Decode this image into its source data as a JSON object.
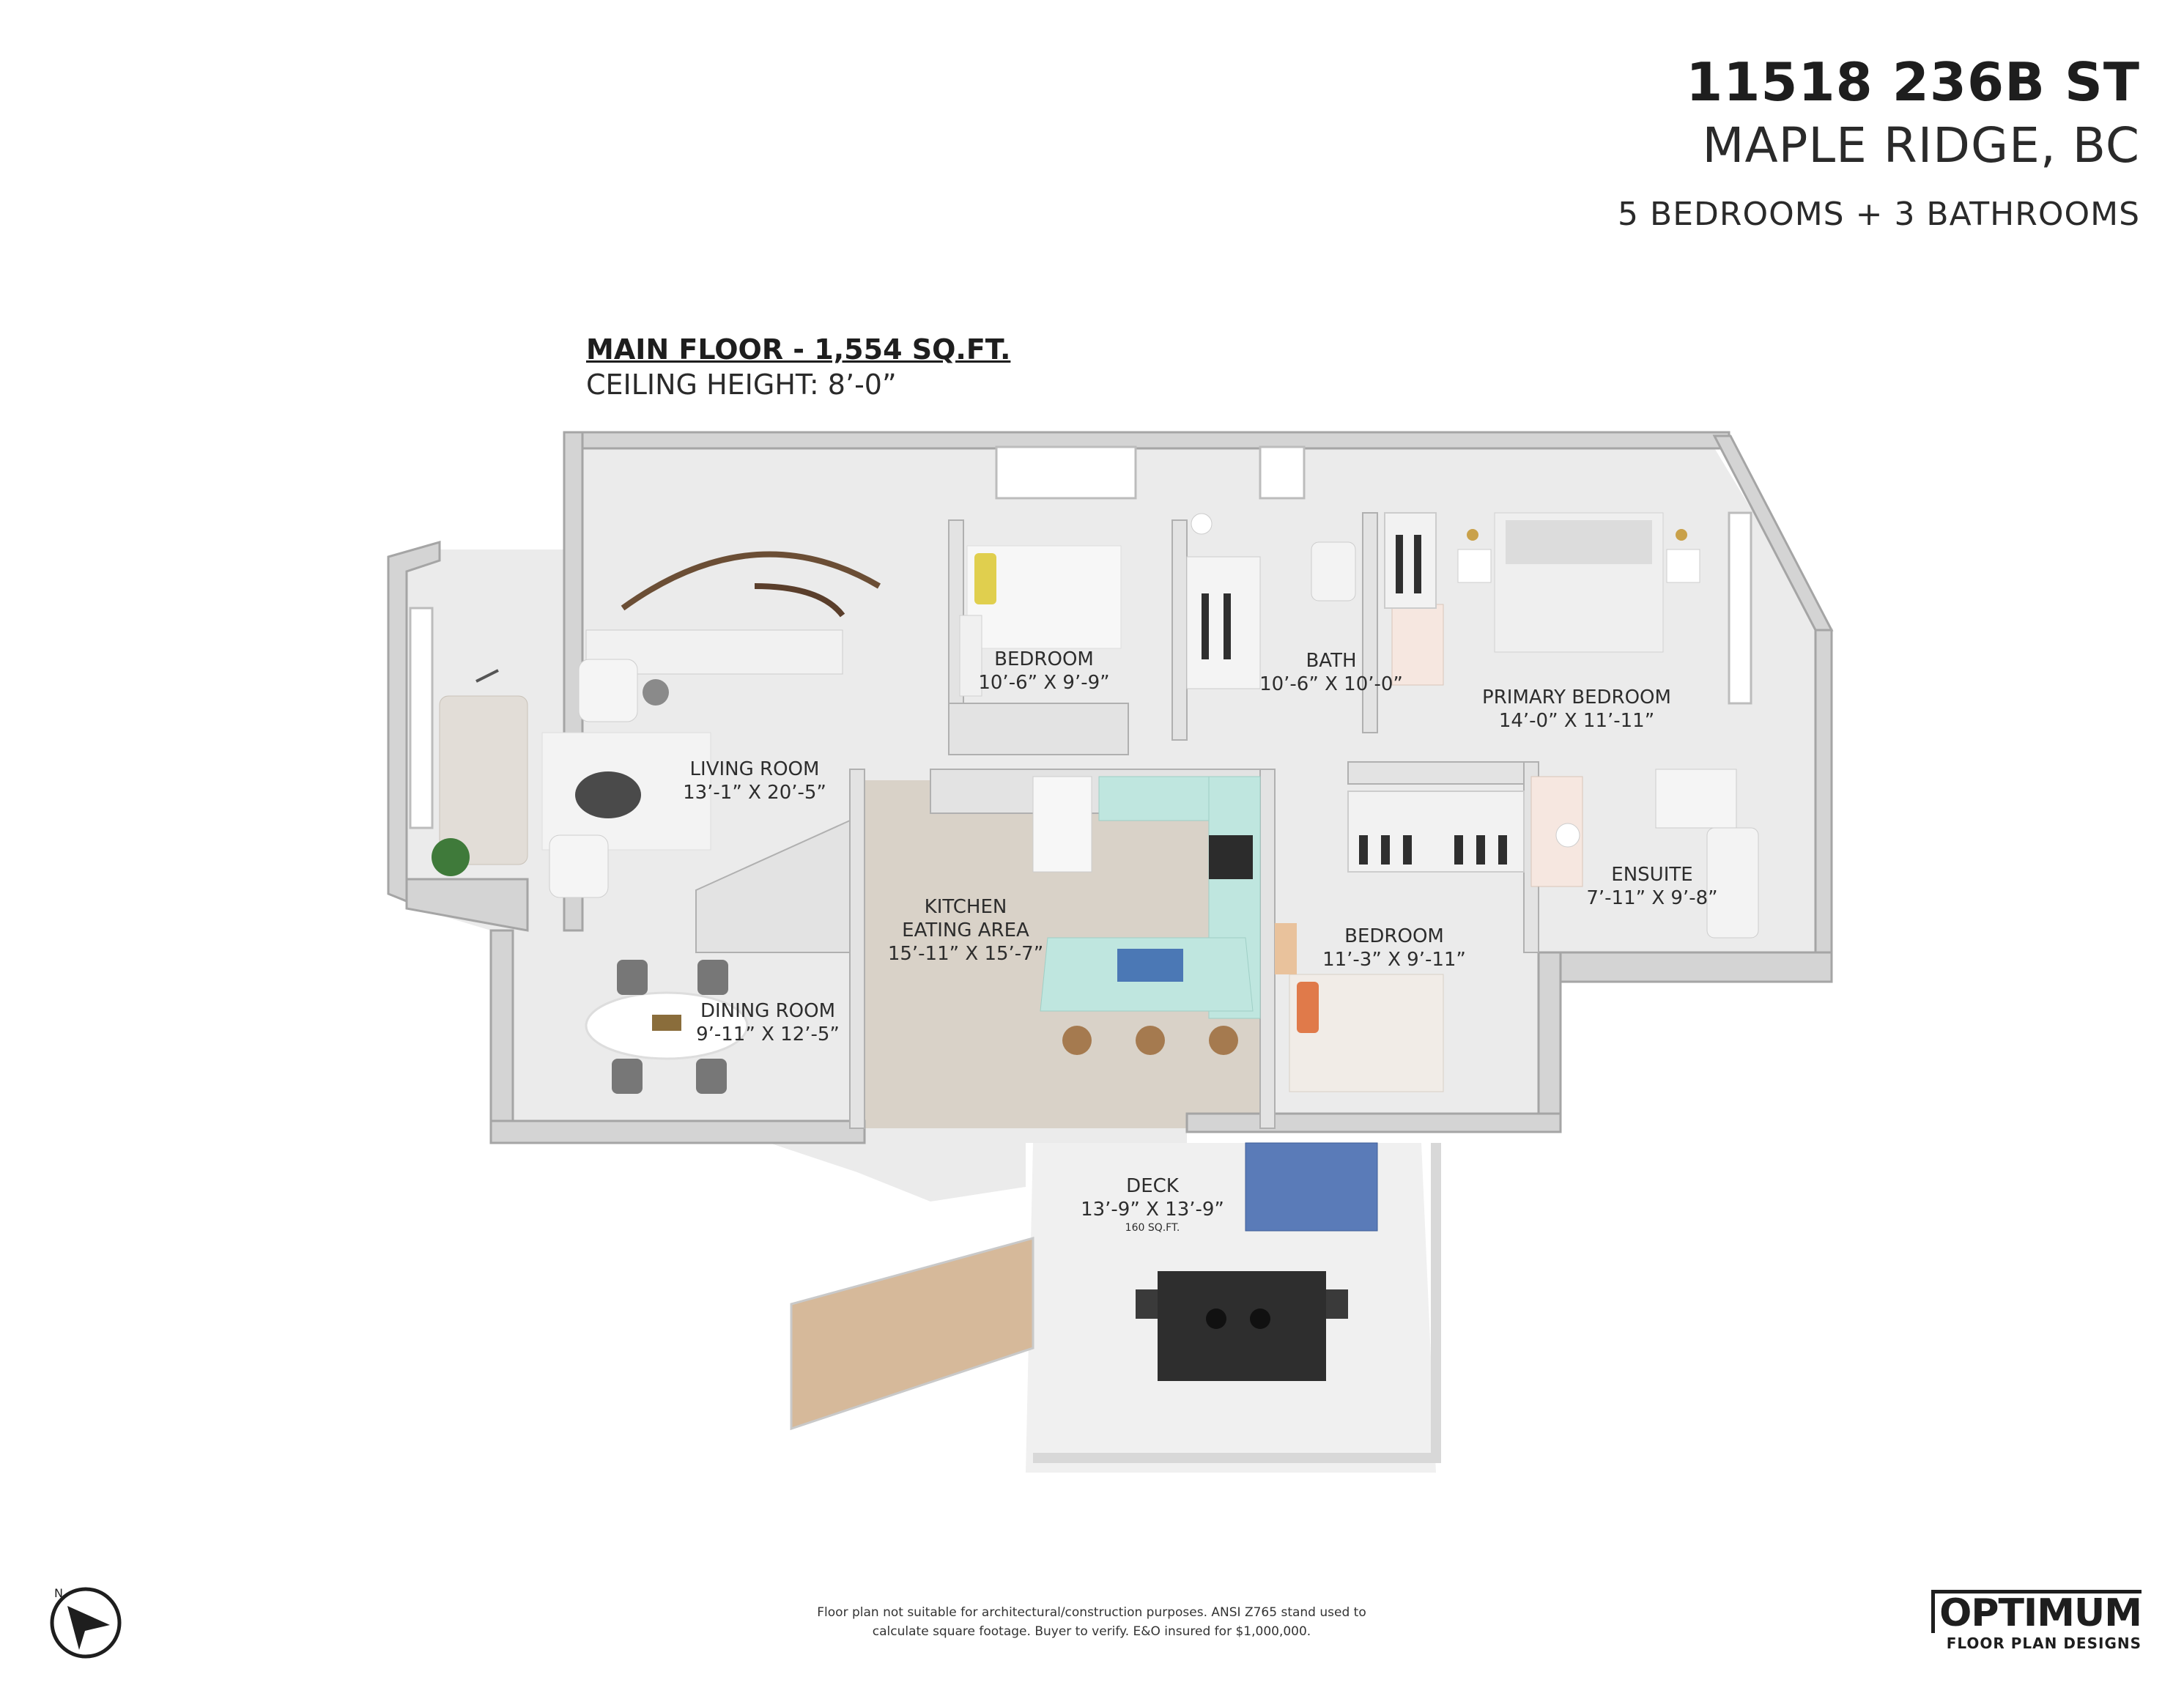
{
  "header": {
    "address": "11518 236B ST",
    "city": "MAPLE RIDGE, BC",
    "rooms_summary": "5 BEDROOMS + 3 BATHROOMS"
  },
  "floor": {
    "title": "MAIN FLOOR - 1,554 SQ.FT.",
    "ceiling": "CEILING HEIGHT: 8’-0”"
  },
  "rooms": {
    "bedroom_1": {
      "name": "BEDROOM",
      "dims": "10’-6” X 9’-9”"
    },
    "bath": {
      "name": "BATH",
      "dims": "10’-6” X 10’-0”"
    },
    "primary_bedroom": {
      "name": "PRIMARY BEDROOM",
      "dims": "14’-0” X 11’-11”"
    },
    "living_room": {
      "name": "LIVING ROOM",
      "dims": "13’-1” X 20’-5”"
    },
    "kitchen": {
      "name_line1": "KITCHEN",
      "name_line2": "EATING AREA",
      "dims": "15’-11” X 15’-7”"
    },
    "ensuite": {
      "name": "ENSUITE",
      "dims": "7’-11” X 9’-8”"
    },
    "bedroom_2": {
      "name": "BEDROOM",
      "dims": "11’-3” X 9’-11”"
    },
    "dining_room": {
      "name": "DINING ROOM",
      "dims": "9’-11” X 12’-5”"
    },
    "deck": {
      "name": "DECK",
      "dims": "13’-9” X 13’-9”",
      "area": "160 SQ.FT."
    }
  },
  "footer": {
    "disclaimer_line1": "Floor plan not suitable for architectural/construction purposes. ANSI Z765 stand used to",
    "disclaimer_line2": "calculate square footage. Buyer to verify.  E&O insured for $1,000,000.",
    "brand_name": "OPTIMUM",
    "brand_sub": "FLOOR PLAN DESIGNS"
  },
  "icons": {
    "compass": "compass-north-arrow-icon"
  },
  "colors": {
    "wall": "#c9c9c9",
    "wall_top": "#a5a5a5",
    "floor": "#ebebeb",
    "wood": "#d9d2c8",
    "counter": "#bfe6df",
    "text": "#2d2d2d"
  }
}
